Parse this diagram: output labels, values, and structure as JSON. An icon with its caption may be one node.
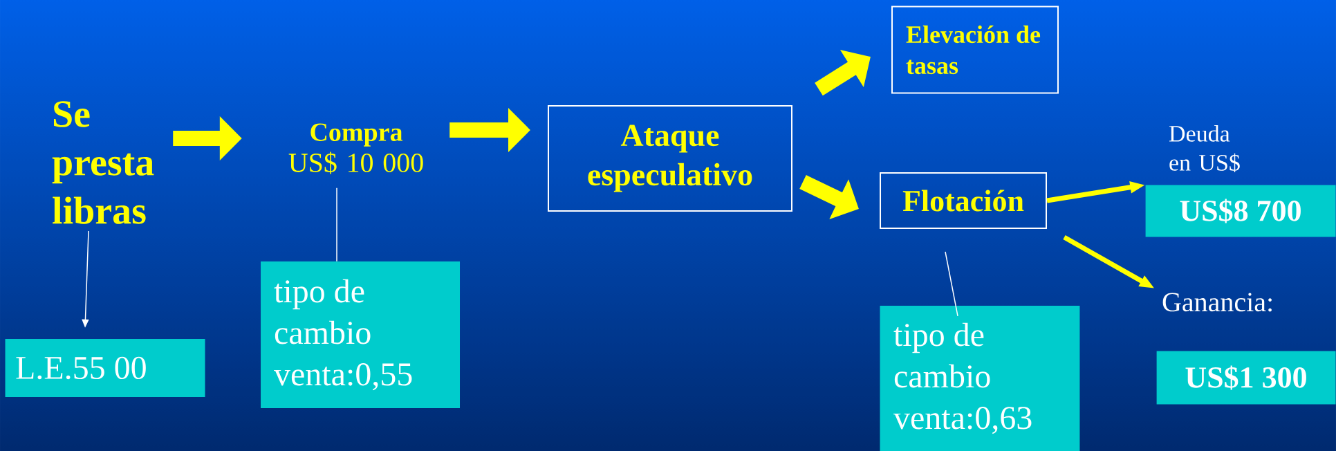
{
  "diagram": {
    "nodes": [
      {
        "text": [
          "Se presta libras"
        ]
      },
      {
        "text": [
          "Compra",
          "US$ 10 000"
        ]
      },
      {
        "text": [
          "Ataque especulativo"
        ]
      },
      {
        "text": [
          "Elevación de tasas"
        ]
      },
      {
        "text": [
          "Flotación"
        ]
      },
      {
        "text": [
          "Deuda en US$"
        ]
      },
      {
        "text": [
          "US$8 700"
        ]
      },
      {
        "text": [
          "Ganancia:"
        ]
      },
      {
        "text": [
          "US$1 300"
        ]
      },
      {
        "text": [
          "L.E.55 00"
        ]
      },
      {
        "text": [
          "tipo de cambio venta:0,55"
        ]
      },
      {
        "text": [
          "tipo de cambio venta:0,63"
        ]
      }
    ],
    "edges": [
      {
        "from": 0,
        "to": 1,
        "arrow": "to",
        "style": "thick"
      },
      {
        "from": 1,
        "to": 2,
        "arrow": "to",
        "style": "thick"
      },
      {
        "from": 2,
        "to": 3,
        "arrow": "to",
        "style": "thick"
      },
      {
        "from": 2,
        "to": 4,
        "arrow": "to",
        "style": "thick"
      },
      {
        "from": 4,
        "to": 6,
        "arrow": "to"
      },
      {
        "from": 4,
        "to": 7,
        "arrow": "to"
      },
      {
        "from": 0,
        "to": 9,
        "arrow": "to",
        "color": "#ffffff"
      },
      {
        "from": 1,
        "to": 10,
        "arrow": "none",
        "color": "#ffffff"
      },
      {
        "from": 4,
        "to": 11,
        "arrow": "none",
        "color": "#ffffff"
      }
    ]
  }
}
